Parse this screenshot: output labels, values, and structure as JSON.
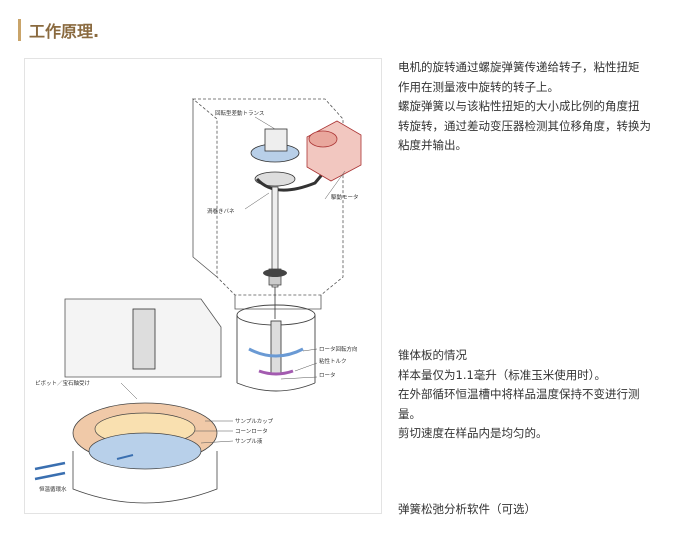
{
  "header": {
    "title": "工作原理."
  },
  "figure": {
    "labels": {
      "gear": "回転型差動トランス",
      "spring": "渦巻きバネ",
      "motor": "駆動モータ",
      "rotor_dir": "ロータ回転方向",
      "torque": "粘性トルク",
      "rotor": "ロータ",
      "pivot": "ピボット／宝石軸受け",
      "cup": "サンプルカップ",
      "cone": "コーンロータ",
      "liquid": "サンプル液",
      "water": "恒温循環水"
    }
  },
  "text": {
    "para1": [
      "电机的旋转通过螺旋弹簧传递给转子，粘性扭矩",
      "作用在测量液中旋转的转子上。",
      "螺旋弹簧以与该粘性扭矩的大小成比例的角度扭",
      "转旋转，通过差动变压器检测其位移角度，转换为",
      "粘度并输出。"
    ],
    "para2": [
      "锥体板的情况",
      "样本量仅为1.1毫升（标准玉米使用时）。",
      "在外部循环恒温槽中将样品温度保持不变进行测",
      "量。",
      "剪切速度在样品内是均匀的。"
    ],
    "para3": "弹簧松弛分析软件（可选）"
  },
  "colors": {
    "accent": "#c9a46a",
    "title": "#8a6a3f"
  }
}
